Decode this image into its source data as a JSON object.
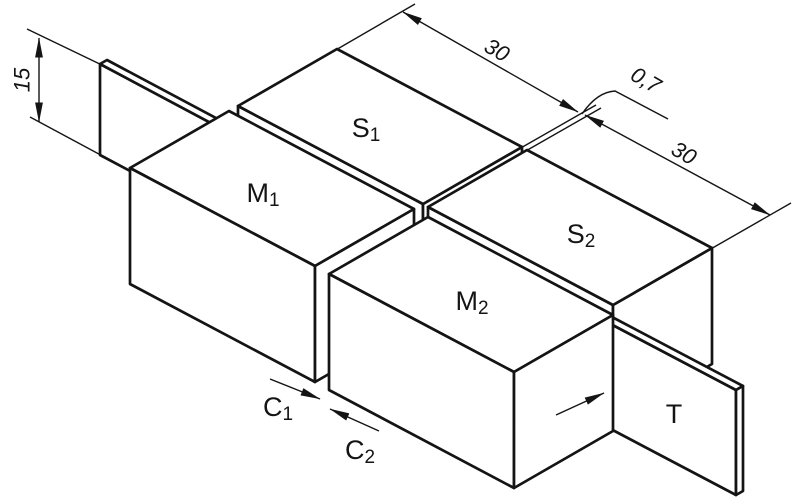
{
  "drawing": {
    "title": "Gauge block wringing comparison - isometric drawing",
    "background_color": "#ffffff",
    "line_color": "#141414",
    "labels": {
      "s1": {
        "main": "S",
        "sub": "1"
      },
      "m1": {
        "main": "M",
        "sub": "1"
      },
      "m2": {
        "main": "M",
        "sub": "2"
      },
      "s2": {
        "main": "S",
        "sub": "2"
      },
      "t": {
        "main": "T"
      },
      "c1": {
        "main": "C",
        "sub": "1"
      },
      "c2": {
        "main": "C",
        "sub": "2"
      }
    },
    "dimensions": {
      "plate_height": "15",
      "s1_length": "30",
      "wring_gap": "0,7",
      "s2_length": "30"
    }
  }
}
